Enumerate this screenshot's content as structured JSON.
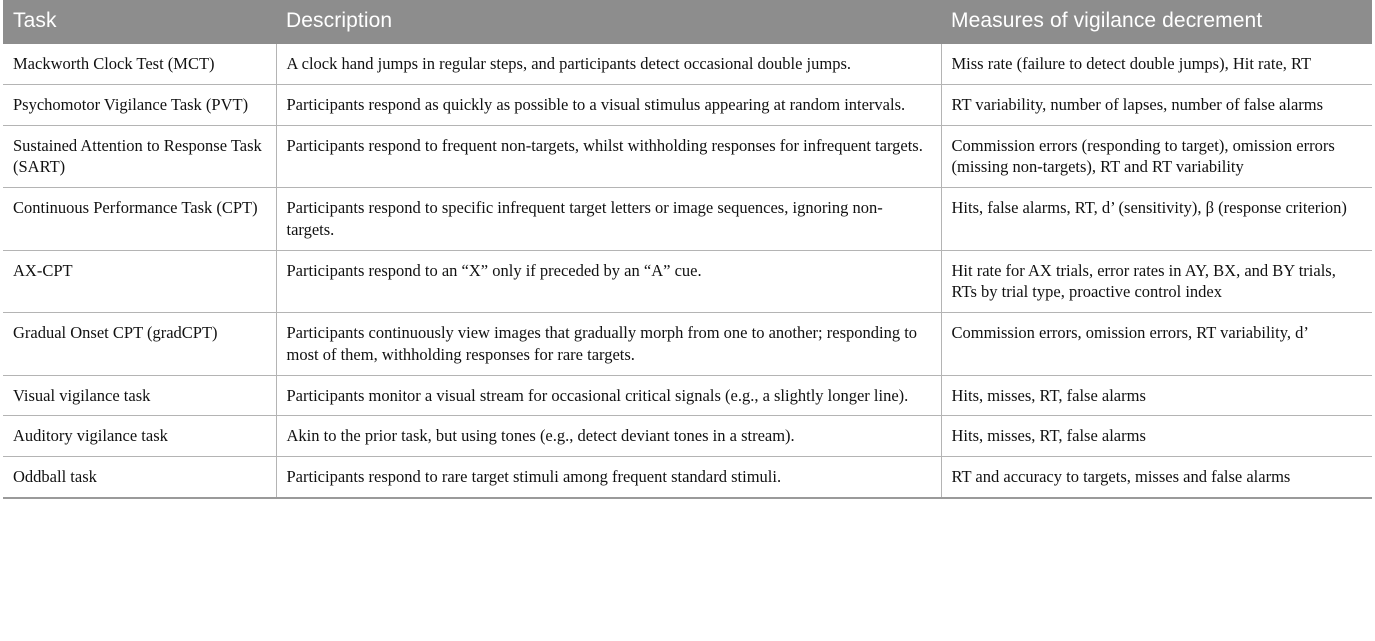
{
  "table": {
    "headers": [
      "Task",
      "Description",
      "Measures of vigilance decrement"
    ],
    "rows": [
      {
        "task": "Mackworth Clock Test (MCT)",
        "description": "A clock hand jumps in regular steps, and participants detect occasional double jumps.",
        "measures": "Miss rate (failure to detect double jumps), Hit rate, RT"
      },
      {
        "task": "Psychomotor Vigilance Task (PVT)",
        "description": "Participants respond as quickly as possible to a visual stimulus appearing at random intervals.",
        "measures": "RT variability, number of lapses, number of false alarms"
      },
      {
        "task": "Sustained Attention to Response Task (SART)",
        "description": "Participants respond to frequent non-targets, whilst withholding responses for infrequent targets.",
        "measures": "Commission errors (responding to target), omission errors (missing non-targets), RT and RT variability"
      },
      {
        "task": "Continuous Performance Task (CPT)",
        "description": "Participants respond to specific infrequent target letters or image sequences, ignoring non-targets.",
        "measures": "Hits, false alarms, RT, d’ (sensitivity), β (response criterion)"
      },
      {
        "task": "AX-CPT",
        "description": "Participants respond to an “X” only if preceded by an “A” cue.",
        "measures": "Hit rate for AX trials, error rates in AY, BX, and BY trials, RTs by trial type, proactive control index"
      },
      {
        "task": "Gradual Onset CPT (gradCPT)",
        "description": "Participants continuously view images that gradually morph from one to another; responding to most of them, withholding responses for rare targets.",
        "measures": "Commission errors, omission errors, RT variability, d’"
      },
      {
        "task": "Visual vigilance task",
        "description": "Participants monitor a visual stream for occasional critical signals (e.g., a slightly longer line).",
        "measures": "Hits, misses, RT, false alarms"
      },
      {
        "task": "Auditory vigilance task",
        "description": "Akin to the prior task, but using tones (e.g., detect deviant tones in a stream).",
        "measures": "Hits, misses, RT, false alarms"
      },
      {
        "task": "Oddball task",
        "description": "Participants respond to rare target stimuli among frequent standard stimuli.",
        "measures": "RT and accuracy to targets, misses and false alarms"
      }
    ]
  },
  "colors": {
    "header_background": "#8d8d8d",
    "header_text": "#ffffff",
    "grid_line": "#b4b4b4"
  }
}
